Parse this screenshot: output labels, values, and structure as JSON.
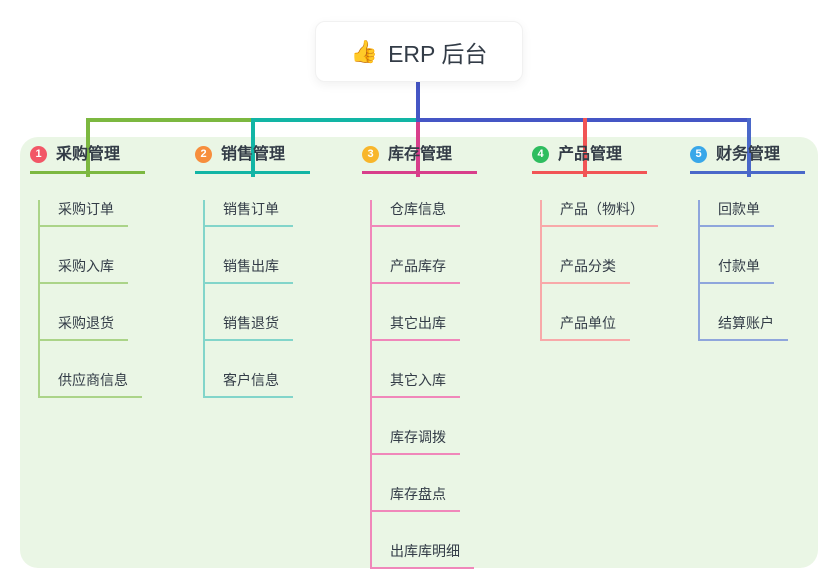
{
  "root": {
    "icon": "👍",
    "label": "ERP 后台"
  },
  "branches": [
    {
      "num": "1",
      "label": "采购管理",
      "color": "#7cb840",
      "light_color": "#abd488",
      "badge_color": "#f25767",
      "children": [
        "采购订单",
        "采购入库",
        "采购退货",
        "供应商信息"
      ]
    },
    {
      "num": "2",
      "label": "销售管理",
      "color": "#12b5a5",
      "light_color": "#82d5ca",
      "badge_color": "#f78e3d",
      "children": [
        "销售订单",
        "销售出库",
        "销售退货",
        "客户信息"
      ]
    },
    {
      "num": "3",
      "label": "库存管理",
      "color": "#d83e8b",
      "light_color": "#f087ba",
      "badge_color": "#f8b62b",
      "children": [
        "仓库信息",
        "产品库存",
        "其它出库",
        "其它入库",
        "库存调拨",
        "库存盘点",
        "出库库明细"
      ]
    },
    {
      "num": "4",
      "label": "产品管理",
      "color": "#f15455",
      "light_color": "#f8a9a9",
      "badge_color": "#2ebd5f",
      "children": [
        "产品（物料）",
        "产品分类",
        "产品单位"
      ]
    },
    {
      "num": "5",
      "label": "财务管理",
      "color": "#4a68c9",
      "light_color": "#8fa6dc",
      "badge_color": "#39a7e9",
      "children": [
        "回款单",
        "付款单",
        "结算账户"
      ]
    }
  ],
  "colors": {
    "page_bg": "#ffffff",
    "canvas_bg": "#eaf6e5",
    "text": "#333c47",
    "root_line": "#4556c5",
    "branch1": "#7cb840",
    "branch1_light": "#abd488",
    "badge1": "#f25767",
    "branch2": "#12b5a5",
    "branch2_light": "#82d5ca",
    "badge2": "#f78e3d",
    "branch3": "#d83e8b",
    "branch3_light": "#f087ba",
    "badge3": "#f8b62b",
    "branch4": "#f15455",
    "branch4_light": "#f8a9a9",
    "badge4": "#2ebd5f",
    "branch5": "#4a68c9",
    "branch5_light": "#8fa6dc",
    "badge5": "#39a7e9"
  }
}
